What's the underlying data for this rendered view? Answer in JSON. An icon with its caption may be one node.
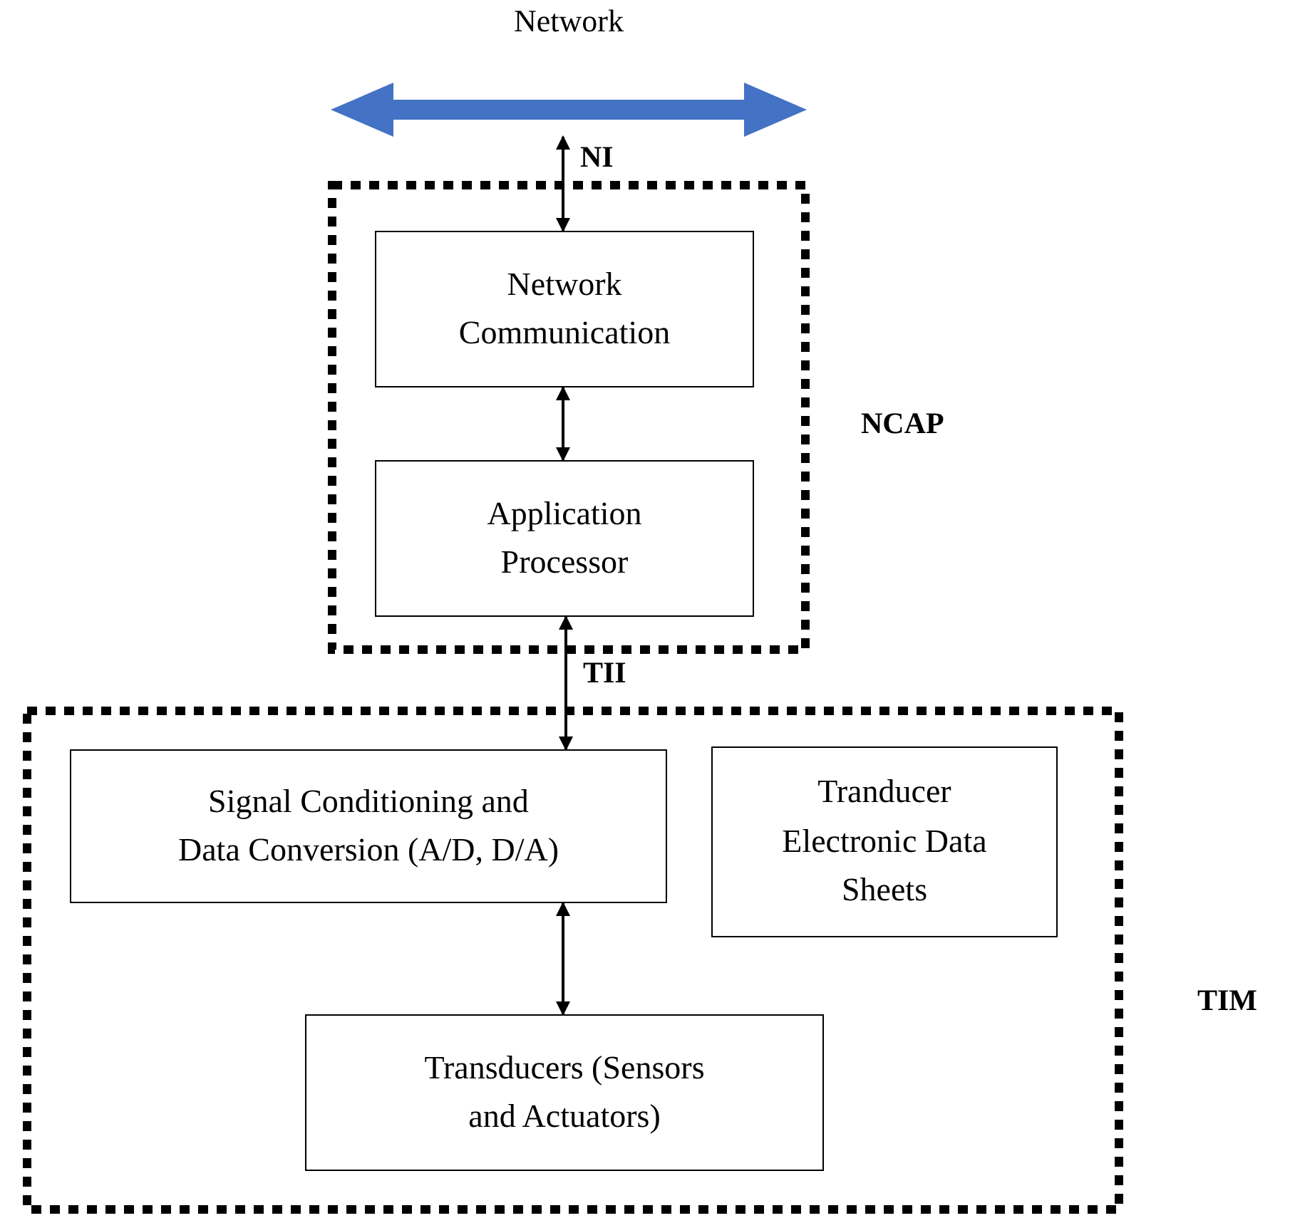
{
  "diagram": {
    "nodes": [
      {
        "text": [
          "Network"
        ]
      },
      {
        "text": [
          "NCAP"
        ]
      },
      {
        "text": [
          "Network Communication"
        ],
        "in": 1
      },
      {
        "text": [
          "Application Processor"
        ],
        "in": 1
      },
      {
        "text": [
          "TIM"
        ]
      },
      {
        "text": [
          "Signal Conditioning and Data Conversion (A/D, D/A)"
        ],
        "in": 4
      },
      {
        "text": [
          "Tranducer Electronic Data Sheets"
        ],
        "in": 4
      },
      {
        "text": [
          "Transducers (Sensors and Actuators)"
        ],
        "in": 4
      }
    ],
    "edges": [
      {
        "from": 0,
        "to": 2,
        "arrow": "both",
        "label": "NI"
      },
      {
        "from": 2,
        "to": 3,
        "arrow": "both"
      },
      {
        "from": 3,
        "to": 5,
        "arrow": "both",
        "label": "TII"
      },
      {
        "from": 5,
        "to": 7,
        "arrow": "both"
      }
    ]
  }
}
